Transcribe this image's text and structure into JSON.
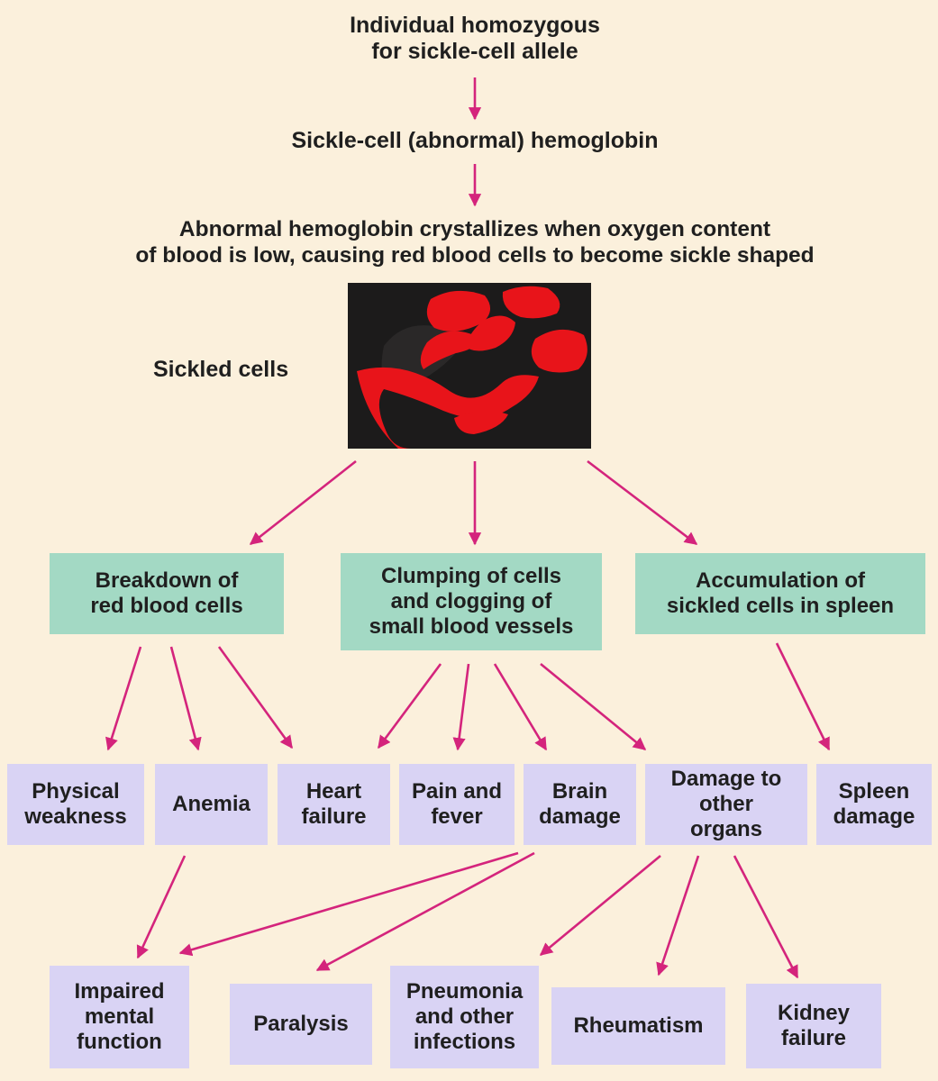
{
  "steps": {
    "genotype": "Individual homozygous\nfor sickle-cell allele",
    "hemoglobin": "Sickle-cell (abnormal) hemoglobin",
    "crystallizes": "Abnormal hemoglobin crystallizes when oxygen content\nof blood is low, causing red blood cells to become sickle shaped",
    "sickled_cells_label": "Sickled cells"
  },
  "effects": {
    "breakdown": "Breakdown of\nred blood cells",
    "clumping": "Clumping of cells\nand clogging of\nsmall blood vessels",
    "accumulation": "Accumulation of\nsickled cells in spleen"
  },
  "symptoms": {
    "weakness": "Physical\nweakness",
    "anemia": "Anemia",
    "heart": "Heart\nfailure",
    "pain": "Pain and\nfever",
    "brain": "Brain\ndamage",
    "organs": "Damage to\nother\norgans",
    "spleen": "Spleen\ndamage"
  },
  "outcomes": {
    "mental": "Impaired\nmental\nfunction",
    "paralysis": "Paralysis",
    "pneumonia": "Pneumonia\nand other\ninfections",
    "rheumatism": "Rheumatism",
    "kidney": "Kidney\nfailure"
  },
  "colors": {
    "background": "#fbf0dc",
    "arrow": "#d4247c",
    "effect_box": "#a3d9c4",
    "symptom_box": "#d9d3f4",
    "cell": "#e8141a"
  }
}
